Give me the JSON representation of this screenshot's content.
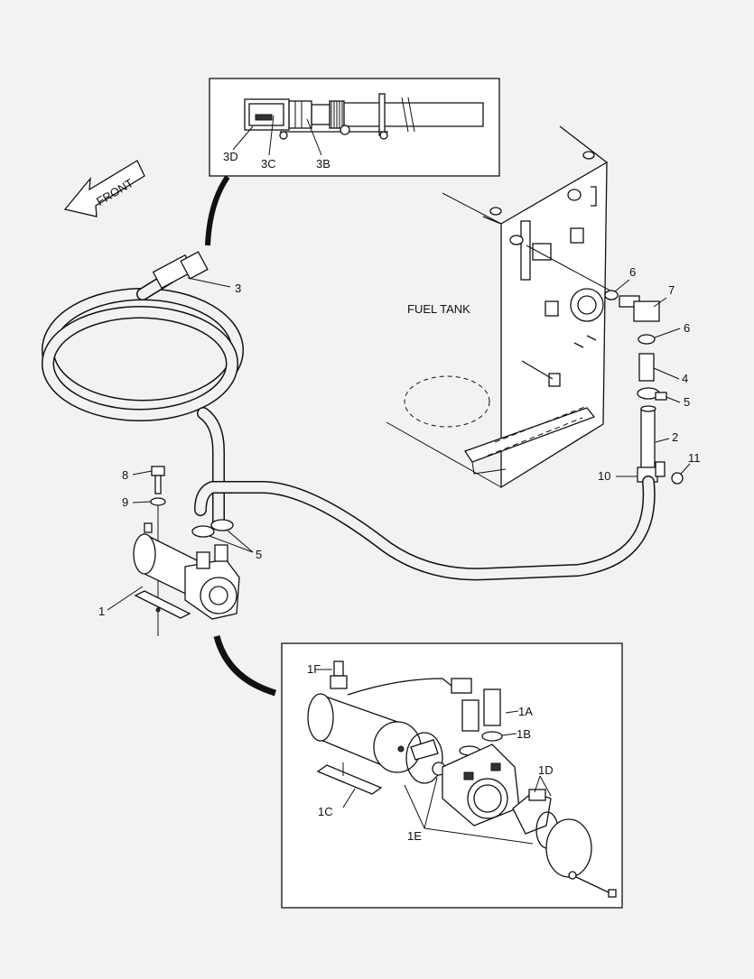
{
  "front_label": "FRONT",
  "fuel_tank_label": "FUEL TANK",
  "callouts": {
    "c1": "1",
    "c1A": "1A",
    "c1B": "1B",
    "c1C": "1C",
    "c1D": "1D",
    "c1E": "1E",
    "c1F": "1F",
    "c2": "2",
    "c3": "3",
    "c3B": "3B",
    "c3C": "3C",
    "c3D": "3D",
    "c4": "4",
    "c5a": "5",
    "c5b": "5",
    "c6a": "6",
    "c6b": "6",
    "c7": "7",
    "c8": "8",
    "c9": "9",
    "c10": "10",
    "c11": "11"
  },
  "colors": {
    "line": "#111111",
    "background": "#f2f2f2"
  }
}
